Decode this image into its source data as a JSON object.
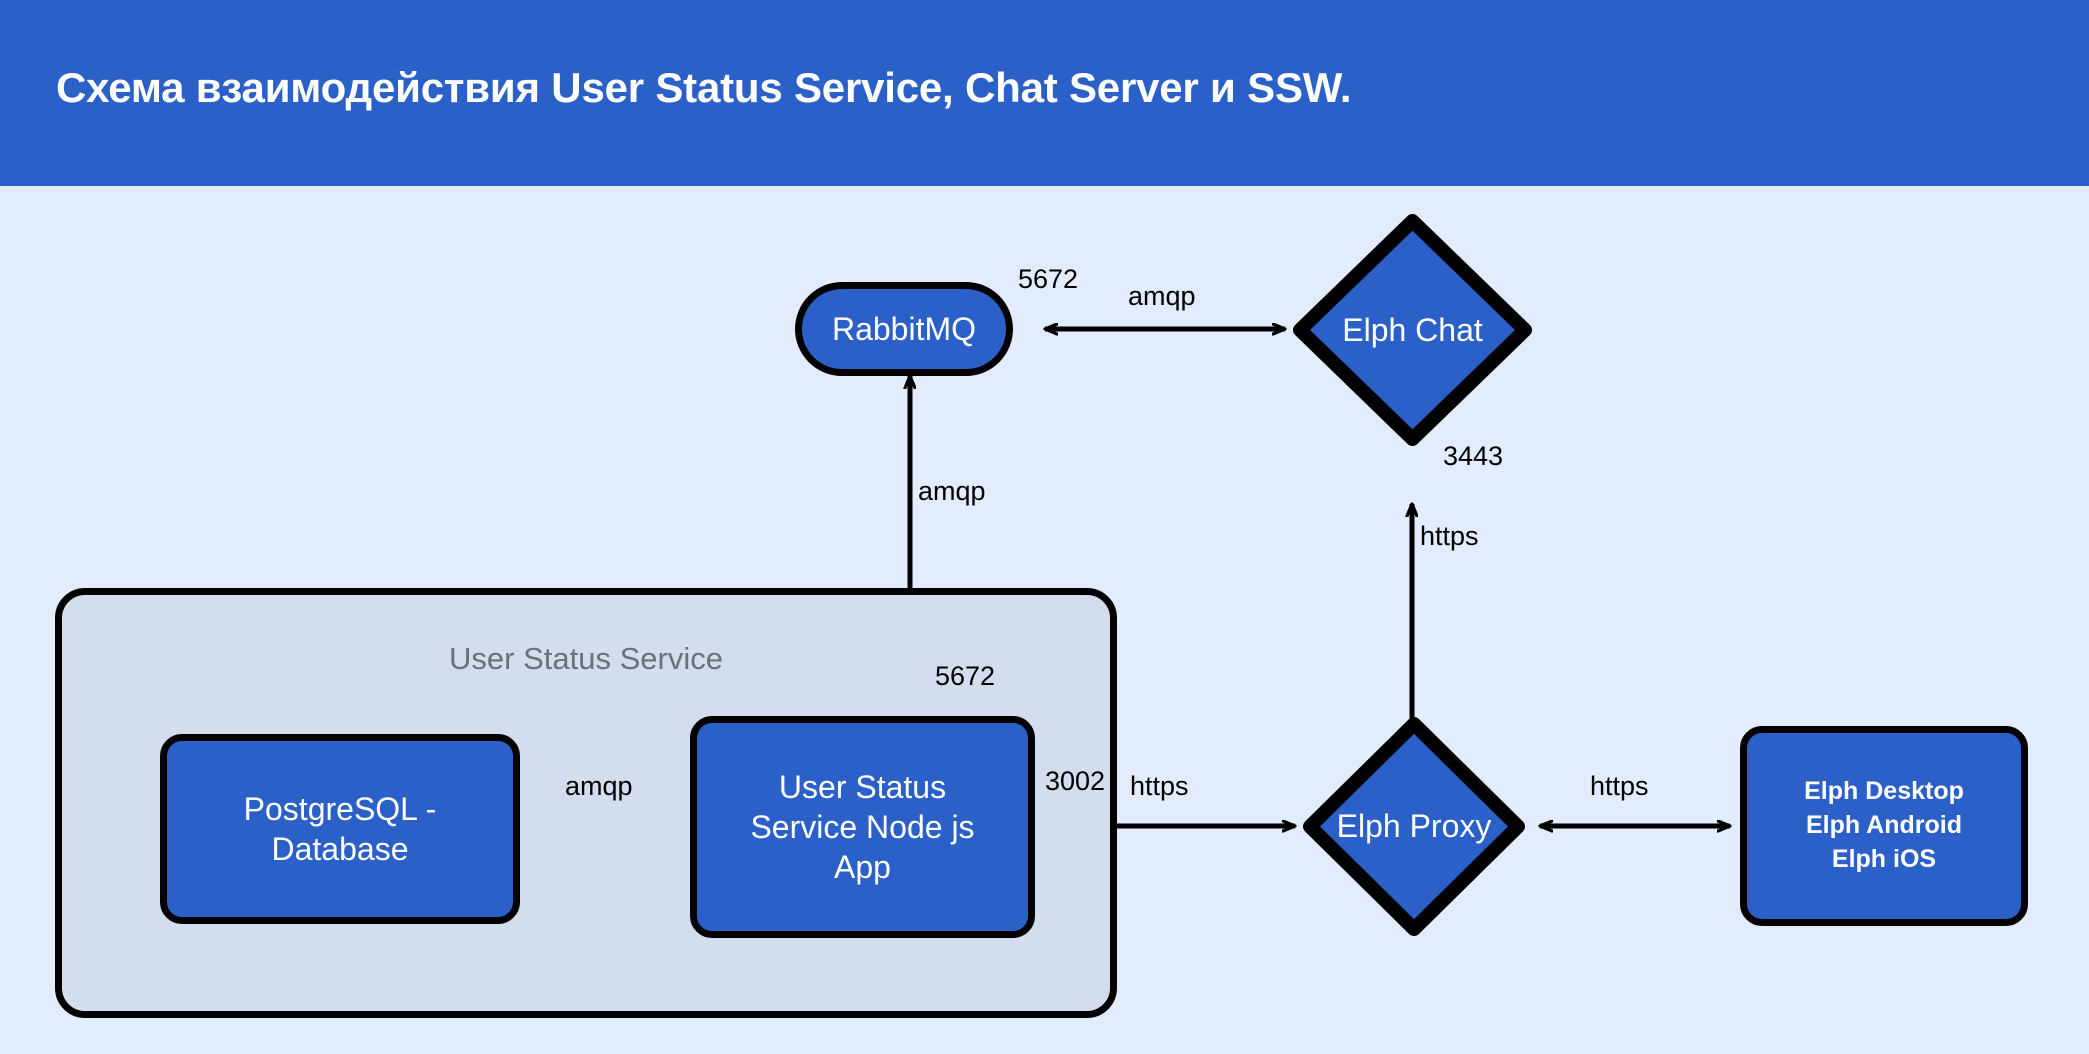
{
  "header": {
    "title": "Схема взаимодействия User Status Service, Chat Server и SSW."
  },
  "colors": {
    "header_bg": "#2a60c8",
    "page_bg": "#e2ecfc",
    "node_fill": "#2a60c8",
    "node_stroke": "#000000",
    "group_fill": "#d4dded",
    "group_title": "#6b7079",
    "node_text": "#ffffff",
    "edge": "#000000"
  },
  "diagram": {
    "type": "flowchart",
    "group": {
      "label": "User Status Service"
    },
    "nodes": [
      {
        "id": "rabbitmq",
        "label": "RabbitMQ",
        "shape": "pill"
      },
      {
        "id": "elph_chat",
        "label": "Elph Chat",
        "shape": "diamond"
      },
      {
        "id": "postgres",
        "label": "PostgreSQL - Database",
        "shape": "rect"
      },
      {
        "id": "uss_app",
        "label": "User Status Service Node js App",
        "shape": "rect"
      },
      {
        "id": "elph_proxy",
        "label": "Elph Proxy",
        "shape": "diamond"
      },
      {
        "id": "clients",
        "label": "Elph Desktop Elph Android Elph iOS",
        "shape": "rect-bold"
      }
    ],
    "node_labels": {
      "rabbitmq": "RabbitMQ",
      "elph_chat": "Elph Chat",
      "postgres_line1": "PostgreSQL -",
      "postgres_line2": "Database",
      "uss_line1": "User Status",
      "uss_line2": "Service Node js",
      "uss_line3": "App",
      "elph_proxy": "Elph Proxy",
      "clients_line1": "Elph Desktop",
      "clients_line2": "Elph Android",
      "clients_line3": "Elph iOS"
    },
    "edges": [
      {
        "id": "e1",
        "from": "elph_chat",
        "to": "rabbitmq",
        "protocol": "amqp",
        "port": "5672",
        "direction": "bidirectional"
      },
      {
        "id": "e2",
        "from": "uss_app",
        "to": "rabbitmq",
        "protocol": "amqp",
        "port": "5672",
        "direction": "bidirectional"
      },
      {
        "id": "e3",
        "from": "elph_proxy",
        "to": "elph_chat",
        "protocol": "https",
        "port": "3443",
        "direction": "bidirectional"
      },
      {
        "id": "e4",
        "from": "postgres",
        "to": "uss_app",
        "protocol": "amqp",
        "port": "",
        "direction": "bidirectional"
      },
      {
        "id": "e5",
        "from": "uss_app",
        "to": "elph_proxy",
        "protocol": "https",
        "port": "3002",
        "direction": "bidirectional"
      },
      {
        "id": "e6",
        "from": "elph_proxy",
        "to": "clients",
        "protocol": "https",
        "port": "",
        "direction": "bidirectional"
      }
    ],
    "edge_labels": {
      "e1_protocol": "amqp",
      "e1_port": "5672",
      "e2_protocol": "amqp",
      "e2_port": "5672",
      "e3_protocol": "https",
      "e3_port": "3443",
      "e4_protocol": "amqp",
      "e5_protocol": "https",
      "e5_port": "3002",
      "e6_protocol": "https"
    }
  }
}
